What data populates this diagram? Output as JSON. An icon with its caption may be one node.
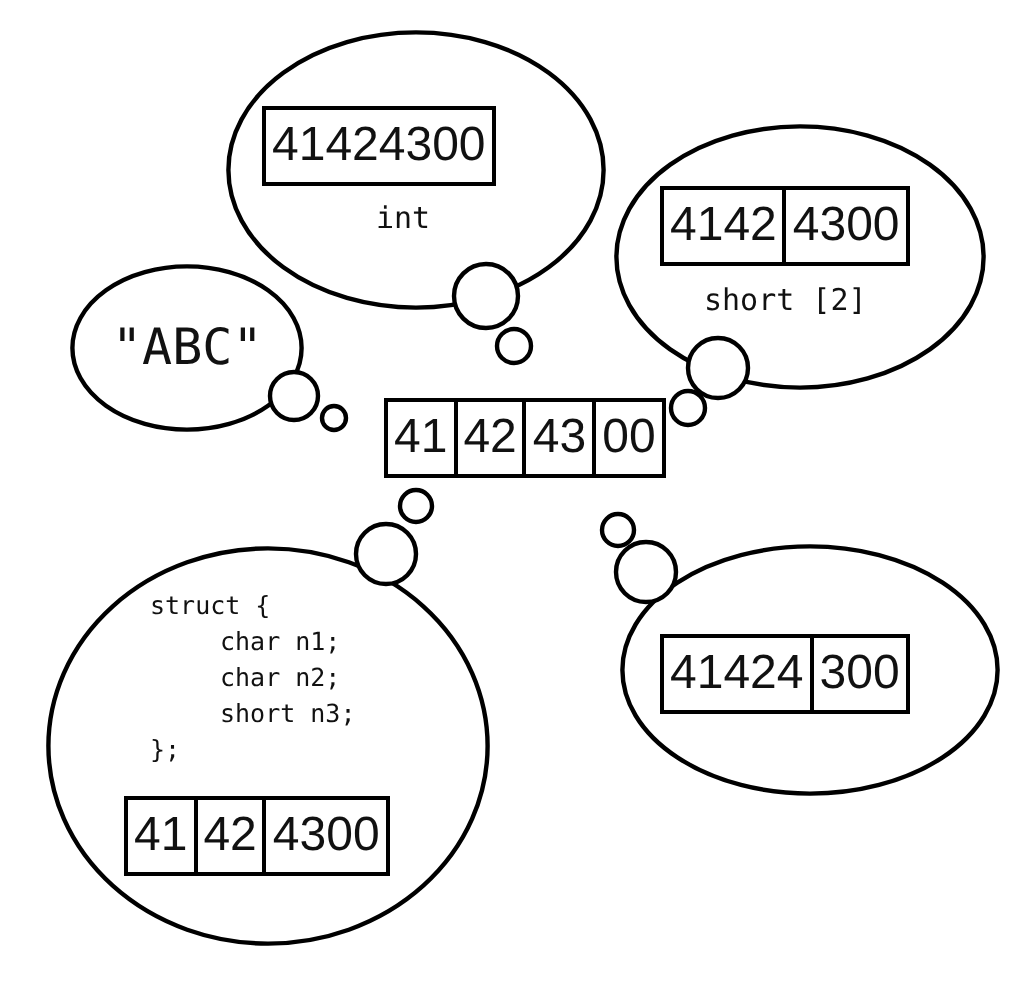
{
  "diagram": {
    "nodes": [
      {
        "text": [
          "\"ABC\""
        ]
      },
      {
        "text": [
          "int"
        ]
      },
      {
        "text": [
          "41424300"
        ],
        "in": 1
      },
      {
        "text": [
          "short [2]"
        ]
      },
      {
        "text": [
          "4142",
          "4300"
        ],
        "in": 3
      },
      {
        "text": [
          "41",
          "42",
          "43",
          "00"
        ]
      },
      {
        "text": [
          "struct { char n1; char n2; short n3; };"
        ]
      },
      {
        "text": [
          "41",
          "42",
          "4300"
        ],
        "in": 6
      },
      {
        "text": [],
        "shape": "ellipse"
      },
      {
        "text": [
          "41424",
          "300"
        ],
        "in": 8
      }
    ]
  }
}
